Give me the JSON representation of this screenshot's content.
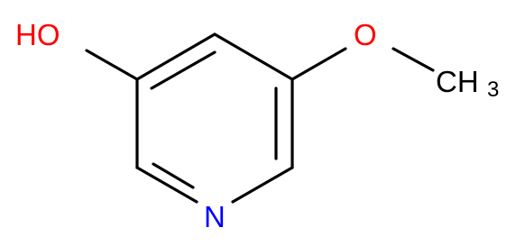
{
  "molecule": {
    "atoms": {
      "hydroxyl": {
        "text": "HO",
        "color": "#ff0000"
      },
      "methoxy_oxygen": {
        "text": "O",
        "color": "#ff0000"
      },
      "methyl": {
        "text": "CH",
        "subscript": "3",
        "color": "#000000"
      },
      "ring_nitrogen": {
        "text": "N",
        "color": "#0000ff"
      }
    }
  }
}
